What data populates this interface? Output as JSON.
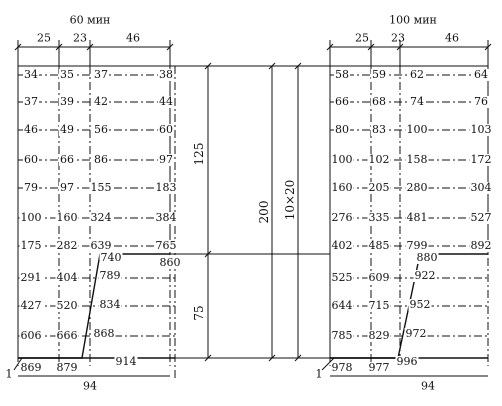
{
  "left_panel": {
    "title": "60 мин",
    "widths": [
      "25",
      "23",
      "46"
    ],
    "total_width": "94",
    "marker": "1",
    "grid": [
      [
        "34",
        "35",
        "37",
        "38"
      ],
      [
        "37",
        "39",
        "42",
        "44"
      ],
      [
        "46",
        "49",
        "56",
        "60"
      ],
      [
        "60",
        "66",
        "86",
        "97"
      ],
      [
        "79",
        "97",
        "155",
        "183"
      ],
      [
        "100",
        "160",
        "324",
        "384"
      ],
      [
        "175",
        "282",
        "639",
        "765"
      ]
    ],
    "lower": {
      "col0": [
        "291",
        "427",
        "606",
        "869"
      ],
      "col1": [
        "404",
        "520",
        "666",
        "879"
      ],
      "boundary": [
        "740",
        "789",
        "834",
        "868",
        "914"
      ],
      "right_end": "860"
    }
  },
  "right_panel": {
    "title": "100 мин",
    "widths": [
      "25",
      "23",
      "46"
    ],
    "total_width": "94",
    "marker": "1",
    "grid": [
      [
        "58",
        "59",
        "62",
        "64"
      ],
      [
        "66",
        "68",
        "74",
        "76"
      ],
      [
        "80",
        "83",
        "100",
        "103"
      ],
      [
        "100",
        "102",
        "158",
        "172"
      ],
      [
        "160",
        "205",
        "280",
        "304"
      ],
      [
        "276",
        "335",
        "481",
        "527"
      ],
      [
        "402",
        "485",
        "799",
        "892"
      ]
    ],
    "lower": {
      "col0": [
        "525",
        "644",
        "785",
        "978"
      ],
      "col1": [
        "609",
        "715",
        "829",
        "977"
      ],
      "boundary": [
        "880",
        "922",
        "952",
        "972",
        "996"
      ]
    }
  },
  "dimensions": {
    "d125": "125",
    "d75": "75",
    "d200": "200",
    "d10x20": "10×20"
  }
}
